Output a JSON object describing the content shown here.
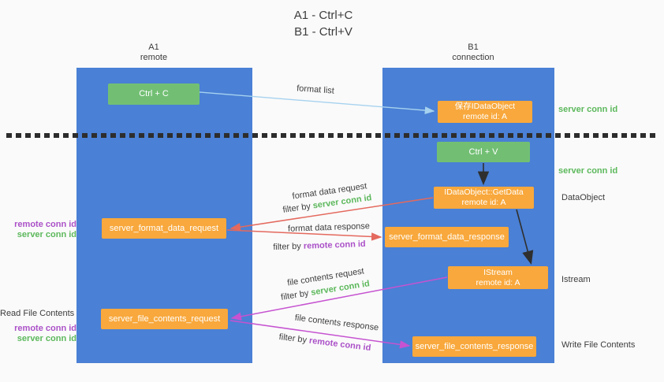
{
  "title": {
    "line1": "A1 - Ctrl+C",
    "line2": "B1 - Ctrl+V"
  },
  "lanes": {
    "left": {
      "name": "A1",
      "subtitle": "remote"
    },
    "right": {
      "name": "B1",
      "subtitle": "connection"
    }
  },
  "nodes": {
    "ctrl_c": {
      "label": "Ctrl + C"
    },
    "save_dataobject": {
      "line1": "保存IDataObject",
      "line2": "remote id: A"
    },
    "ctrl_v": {
      "label": "Ctrl + V"
    },
    "getdata": {
      "line1": "IDataObject::GetData",
      "line2": "remote id: A"
    },
    "format_request": {
      "label": "server_format_data_request"
    },
    "format_response": {
      "label": "server_format_data_response"
    },
    "istream": {
      "line1": "IStream",
      "line2": "remote id: A"
    },
    "file_request": {
      "label": "server_file_contents_request"
    },
    "file_response": {
      "label": "server_file_contents_response"
    }
  },
  "edge_labels": {
    "format_list": "format list",
    "format_request_line": "format data request",
    "format_request_filter_prefix": "filter by ",
    "format_request_filter_key": "server conn id",
    "format_response_line": "format data response",
    "format_response_filter_prefix": "filter by ",
    "format_response_filter_key": "remote conn id",
    "file_request_line": "file contents request",
    "file_request_filter_prefix": "filter by ",
    "file_request_filter_key": "server conn id",
    "file_response_line": "file contents response",
    "file_response_filter_prefix": "filter by ",
    "file_response_filter_key": "remote conn id"
  },
  "side_labels": {
    "server_conn_id_top": "server conn id",
    "server_conn_id_mid": "server conn id",
    "dataobject": "DataObject",
    "istream": "Istream",
    "read_file_contents": "Read File Contents",
    "write_file_contents": "Write File Contents",
    "format_remote_conn_id": "remote conn id",
    "format_server_conn_id": "server conn id",
    "file_remote_conn_id": "remote conn id",
    "file_server_conn_id": "server conn id"
  },
  "colors": {
    "lane_blue": "#4a80d5",
    "node_orange": "#f8a83c",
    "node_green": "#72bf74",
    "text_green": "#5cb85c",
    "text_purple": "#ab51c8",
    "arrow_red": "#e4695e",
    "arrow_magenta": "#c653d1",
    "arrow_lightblue": "#a6d2ef",
    "arrow_black": "#2f2f2f",
    "dotted_line": "#2d2d2d"
  }
}
